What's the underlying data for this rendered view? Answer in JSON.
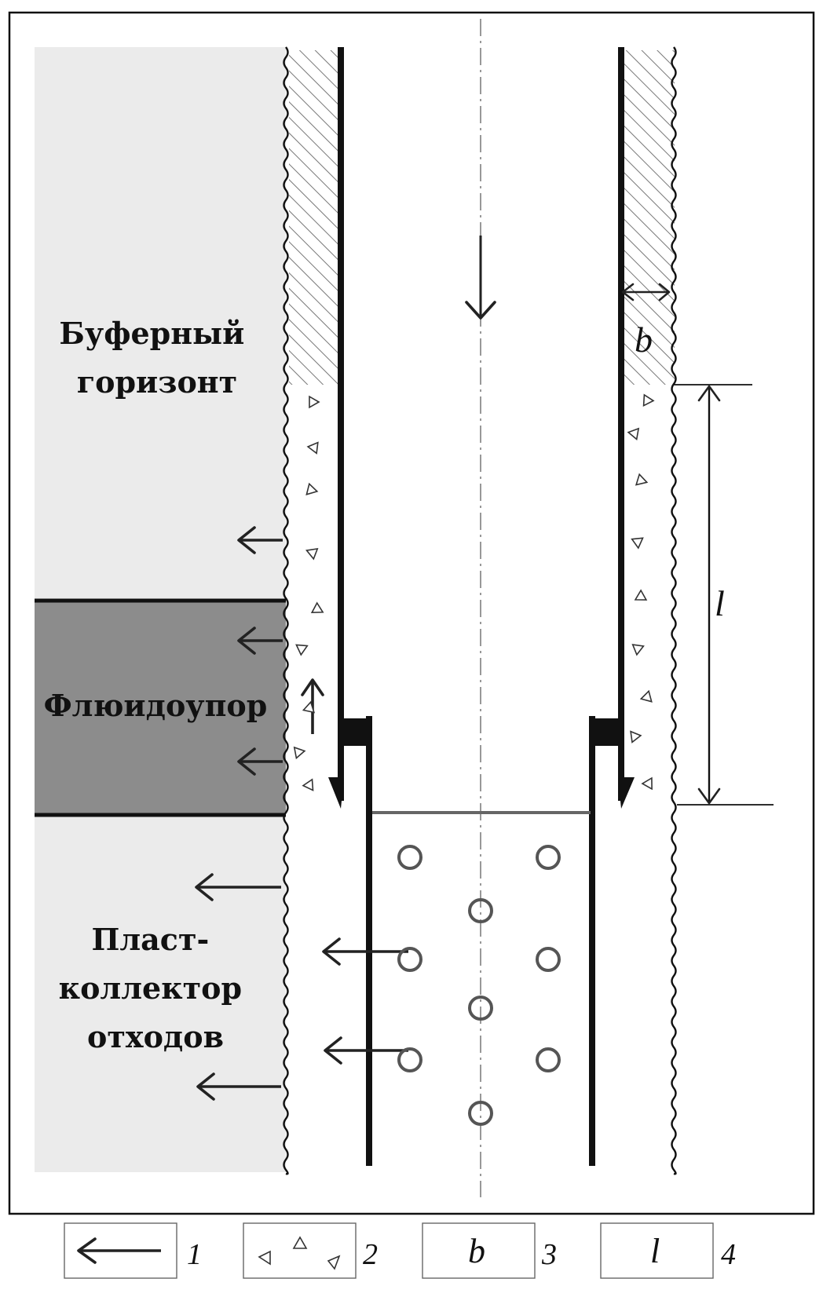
{
  "layers": {
    "buffer": {
      "line1": "Буферный",
      "line2": "горизонт"
    },
    "seal": {
      "label": "Флюидоупор"
    },
    "collector": {
      "line1": "Пласт-",
      "line2": "коллектор",
      "line3": "отходов"
    }
  },
  "dimensions": {
    "b": "b",
    "l": "l"
  },
  "legend": [
    {
      "symbol": "arrow-icon",
      "number": "1"
    },
    {
      "symbol": "triangles-icon",
      "number": "2"
    },
    {
      "symbol_text": "b",
      "number": "3"
    },
    {
      "symbol_text": "l",
      "number": "4"
    }
  ],
  "colors": {
    "buffer_fill": "#ebebeb",
    "seal_fill": "#8c8c8c",
    "collector_fill": "#ebebeb",
    "hatch": "#777777",
    "line": "#111111"
  }
}
